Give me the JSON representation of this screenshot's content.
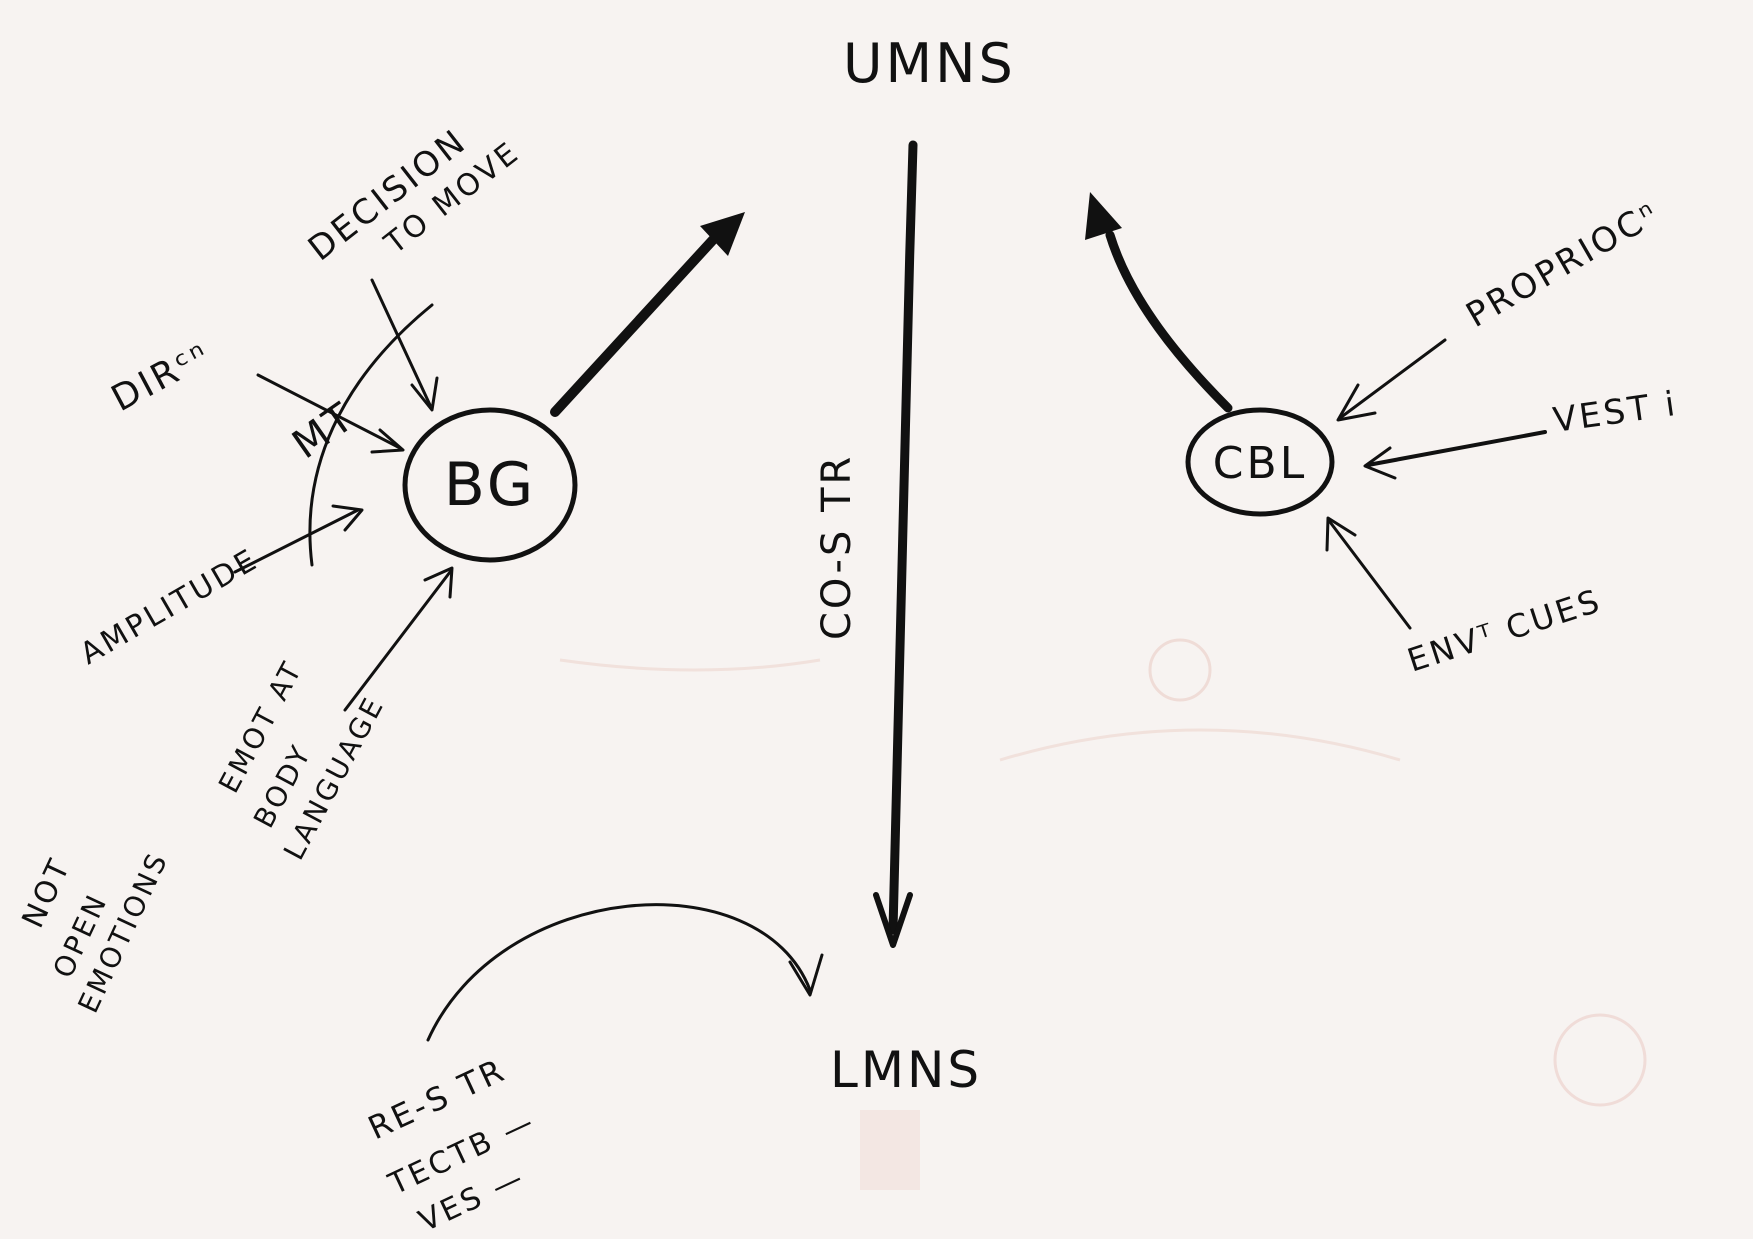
{
  "nodes": {
    "umns": "UMNS",
    "lmns": "LMNS",
    "bg": "BG",
    "cbl": "CBL"
  },
  "bg_inputs": {
    "direction": "DIRᶜⁿ",
    "decision_line1": "DECISION",
    "decision_line2": "TO MOVE",
    "amplitude": "AMPLITUDE",
    "mt": "MT",
    "emotional_line1": "EMOT AT",
    "emotional_line2": "BODY",
    "emotional_line3": "LANGUAGE",
    "not_open_line1": "NOT",
    "not_open_line2": "OPEN",
    "not_open_line3": "EMOTIONS"
  },
  "cbl_inputs": {
    "proprioception": "PROPRIOCⁿ",
    "vestib": "VEST i",
    "env_cues": "ENVᵀ CUES"
  },
  "pathway": {
    "tract_label": "CO-S TR"
  },
  "lmn_inputs": {
    "line1": "RE-S TR",
    "line2": "TECTB —",
    "line3": "VES —"
  }
}
